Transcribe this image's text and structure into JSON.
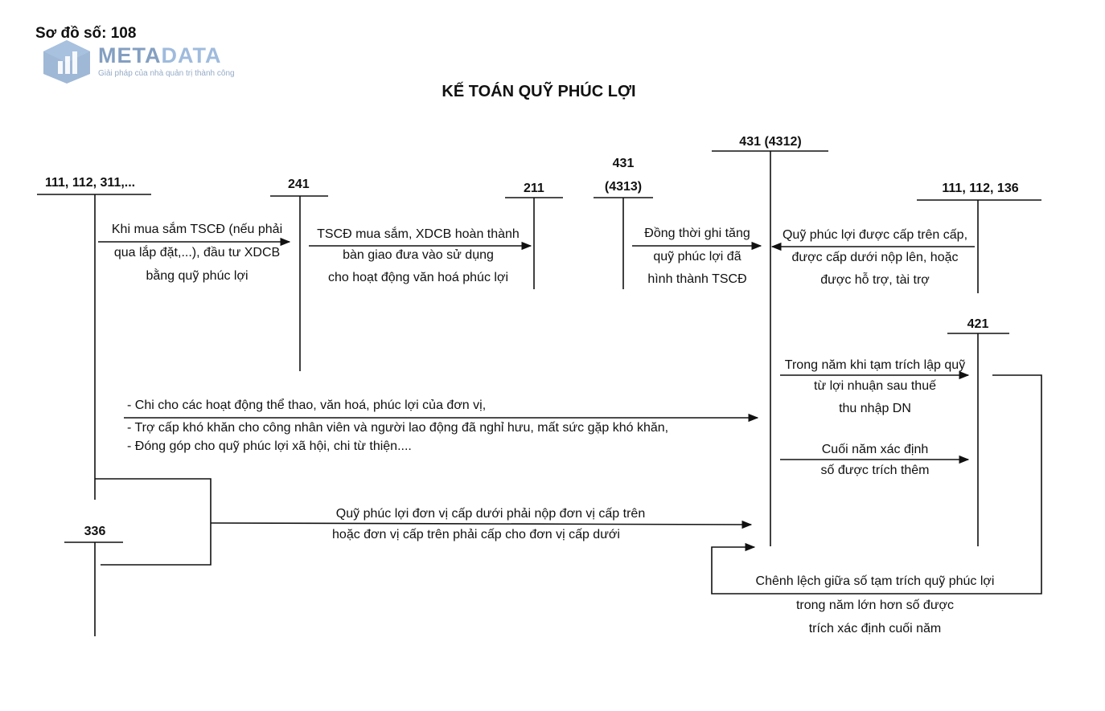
{
  "diagram_number": "Sơ đồ số: 108",
  "logo": {
    "name_part1": "META",
    "name_part2": "DATA",
    "tagline": "Giải pháp của nhà quản trị thành công"
  },
  "title": "KẾ TOÁN QUỸ PHÚC LỢI",
  "accounts": {
    "a111": "111, 112, 311,...",
    "a241": "241",
    "a211": "211",
    "a4313_top": "431",
    "a4313_bottom": "(4313)",
    "a4312": "431 (4312)",
    "a111b": "111, 112, 136",
    "a421": "421",
    "a336": "336"
  },
  "entries": {
    "buy_assets": [
      "Khi mua sắm TSCĐ (nếu phải",
      "qua lắp đặt,...), đầu tư XDCB",
      "bằng quỹ phúc lợi"
    ],
    "completed_assets": [
      "TSCĐ mua sắm, XDCB hoàn thành",
      "bàn giao đưa vào sử dụng",
      "cho hoạt động văn hoá phúc lợi"
    ],
    "record_increase": [
      "Đồng thời ghi tăng",
      "quỹ phúc lợi đã",
      "hình thành TSCĐ"
    ],
    "fund_received": [
      "Quỹ phúc lợi được cấp trên cấp,",
      "được cấp dưới nộp lên, hoặc",
      "được hỗ trợ, tài trợ"
    ],
    "temp_allocation": [
      "Trong năm khi tạm trích lập quỹ",
      "từ lợi nhuận sau thuế",
      "thu nhập DN"
    ],
    "year_end_extra": [
      "Cuối năm xác định",
      "số được trích thêm"
    ],
    "expenses": [
      "- Chi cho các hoạt động thể thao, văn hoá, phúc lợi của đơn vị,",
      "- Trợ cấp khó khăn cho công nhân viên và người lao động đã nghỉ hưu, mất sức gặp khó khăn,",
      "- Đóng góp cho quỹ phúc lợi xã hội, chi từ thiện...."
    ],
    "intercompany": [
      "Quỹ phúc lợi đơn vị cấp dưới phải nộp đơn vị cấp trên",
      "hoặc đơn vị cấp trên phải cấp cho đơn vị cấp dưới"
    ],
    "difference": [
      "Chênh lệch giữa số tạm trích quỹ phúc lợi",
      "trong năm lớn hơn số được",
      "trích xác định cuối năm"
    ]
  },
  "colors": {
    "line": "#111111",
    "logo": "#6e8fb7"
  }
}
